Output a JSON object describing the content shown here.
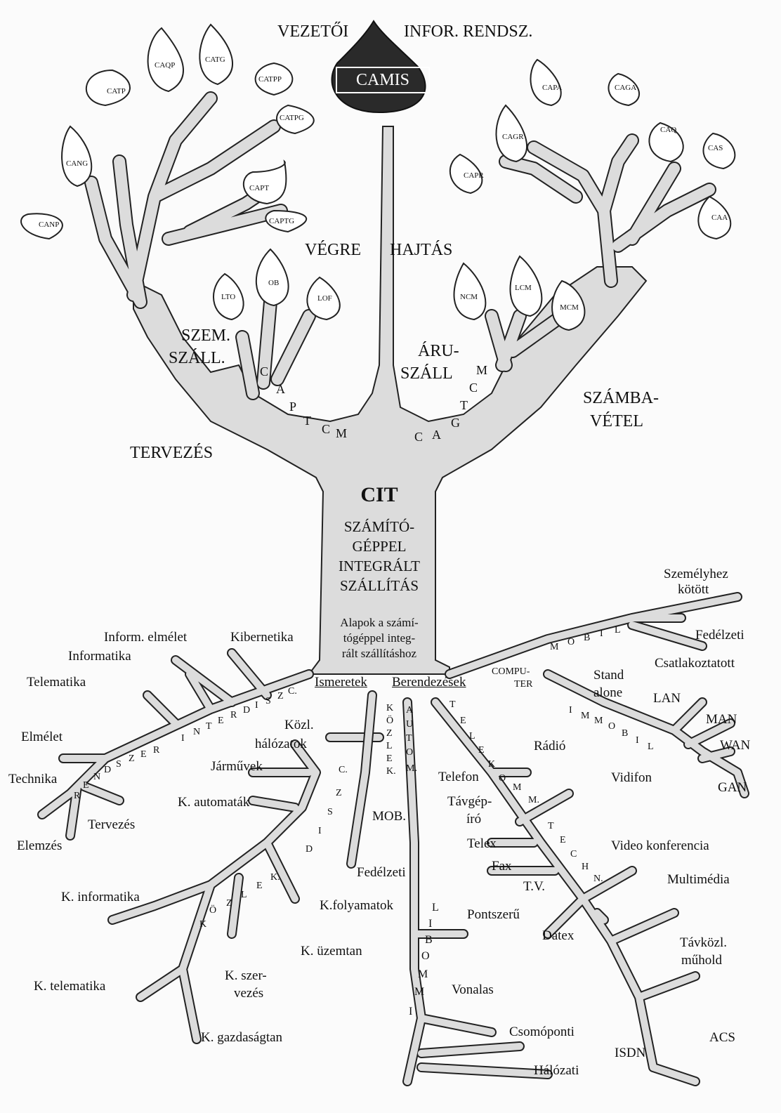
{
  "top": {
    "vezetoi": "VEZETŐI",
    "infor": "INFOR. RENDSZ.",
    "camis": "CAMIS"
  },
  "branches": {
    "vegre": "VÉGRE",
    "hajtas": "HAJTÁS",
    "szem1": "SZEM.",
    "szem2": "SZÁLL.",
    "aru1": "ÁRU-",
    "aru2": "SZÁLL",
    "szamba1": "SZÁMBA-",
    "szamba2": "VÉTEL",
    "tervezes": "TERVEZÉS"
  },
  "leaves": {
    "caqp": "CAQP",
    "catg": "CATG",
    "catp": "CATP",
    "catpp": "CATPP",
    "catpg": "CATPG",
    "cang": "CANG",
    "canp": "CANP",
    "capt": "CAPT",
    "captg": "CAPTG",
    "lto": "LTO",
    "ob": "OB",
    "lof": "LOF",
    "ncm": "NCM",
    "lcm": "LCM",
    "mcm": "MCM",
    "capa": "CAPA",
    "caga": "CAGA",
    "cagr": "CAGR",
    "caq": "CAQ",
    "cas": "CAS",
    "capr": "CAPR",
    "caa": "CAA"
  },
  "letters": {
    "captcm": [
      "C",
      "A",
      "P",
      "T",
      "C",
      "M"
    ],
    "cagtcm": [
      "C",
      "A",
      "G",
      "T",
      "C",
      "M"
    ]
  },
  "trunk": {
    "cit": "CIT",
    "line1": "SZÁMÍTÓ-",
    "line2": "GÉPPEL",
    "line3": "INTEGRÁLT",
    "line4": "SZÁLLÍTÁS",
    "alap1": "Alapok a számí-",
    "alap2": "tógéppel integ-",
    "alap3": "rált szállításhoz",
    "ismeretek": "Ismeretek",
    "berendezesek": "Berendezések"
  },
  "roots_left": {
    "inform_elmelet": "Inform. elmélet",
    "kibernetika": "Kibernetika",
    "informatika": "Informatika",
    "telematika": "Telematika",
    "elmelet": "Elmélet",
    "technika": "Technika",
    "tervezes": "Tervezés",
    "elemzes": "Elemzés",
    "kozl1": "Közl.",
    "kozl2": "hálózatok",
    "jarmuvek": "Járművek",
    "k_automatak": "K. automaták",
    "k_informatika": "K. informatika",
    "k_folyamatok": "K.folyamatok",
    "k_uzemtan": "K. üzemtan",
    "k_szer1": "K. szer-",
    "k_szer2": "vezés",
    "k_telematika": "K. telematika",
    "k_gazdasagtan": "K. gazdaságtan",
    "rendszer": [
      "R",
      "E",
      "N",
      "D",
      "S",
      "Z",
      "E",
      "R"
    ],
    "interdiszc": [
      "I",
      "N",
      "T",
      "E",
      "R",
      "D",
      "I",
      "S",
      "Z",
      "C."
    ],
    "csizd": [
      "C.",
      "Z",
      "S",
      "I",
      "D"
    ],
    "kozlek": [
      "K",
      "Ö",
      "Z",
      "L",
      "E",
      "K."
    ]
  },
  "roots_mid": {
    "kozlek_v": [
      "K",
      "Ö",
      "Z",
      "L",
      "E",
      "K."
    ],
    "autom_v": [
      "A",
      "U",
      "T",
      "O",
      "M."
    ],
    "mob": "MOB.",
    "fedelzeti": "Fedélzeti",
    "libommi": [
      "L",
      "I",
      "B",
      "O",
      "M",
      "M",
      "I"
    ],
    "pontszeru": "Pontszerű",
    "vonalas": "Vonalas",
    "csomoponti": "Csomóponti",
    "halozati": "Hálózati"
  },
  "roots_right": {
    "computer1": "COMPU-",
    "computer2": "TER",
    "mobil": [
      "M",
      "O",
      "B",
      "I",
      "L"
    ],
    "immobil": [
      "I",
      "M",
      "M",
      "O",
      "B",
      "I",
      "L"
    ],
    "telekomm": [
      "T",
      "E",
      "L",
      "E",
      "K",
      "O",
      "M",
      "M."
    ],
    "techn": [
      "T",
      "E",
      "C",
      "H",
      "N."
    ],
    "szemelyhez1": "Személyhez",
    "szemelyhez2": "kötött",
    "fedelzeti": "Fedélzeti",
    "csatlakoztatott": "Csatlakoztatott",
    "stand1": "Stand",
    "stand2": "alone",
    "lan": "LAN",
    "man": "MAN",
    "wan": "WAN",
    "gan": "GAN",
    "radio": "Rádió",
    "vidifon": "Vidifon",
    "telefon": "Telefon",
    "tavgep1": "Távgép-",
    "tavgep2": "író",
    "telex": "Telex",
    "fax": "Fax",
    "tv": "T.V.",
    "video": "Video konferencia",
    "multimedia": "Multimédia",
    "datex": "Datex",
    "tavkozl1": "Távközl.",
    "tavkozl2": "műhold",
    "isdn": "ISDN",
    "acs": "ACS"
  }
}
